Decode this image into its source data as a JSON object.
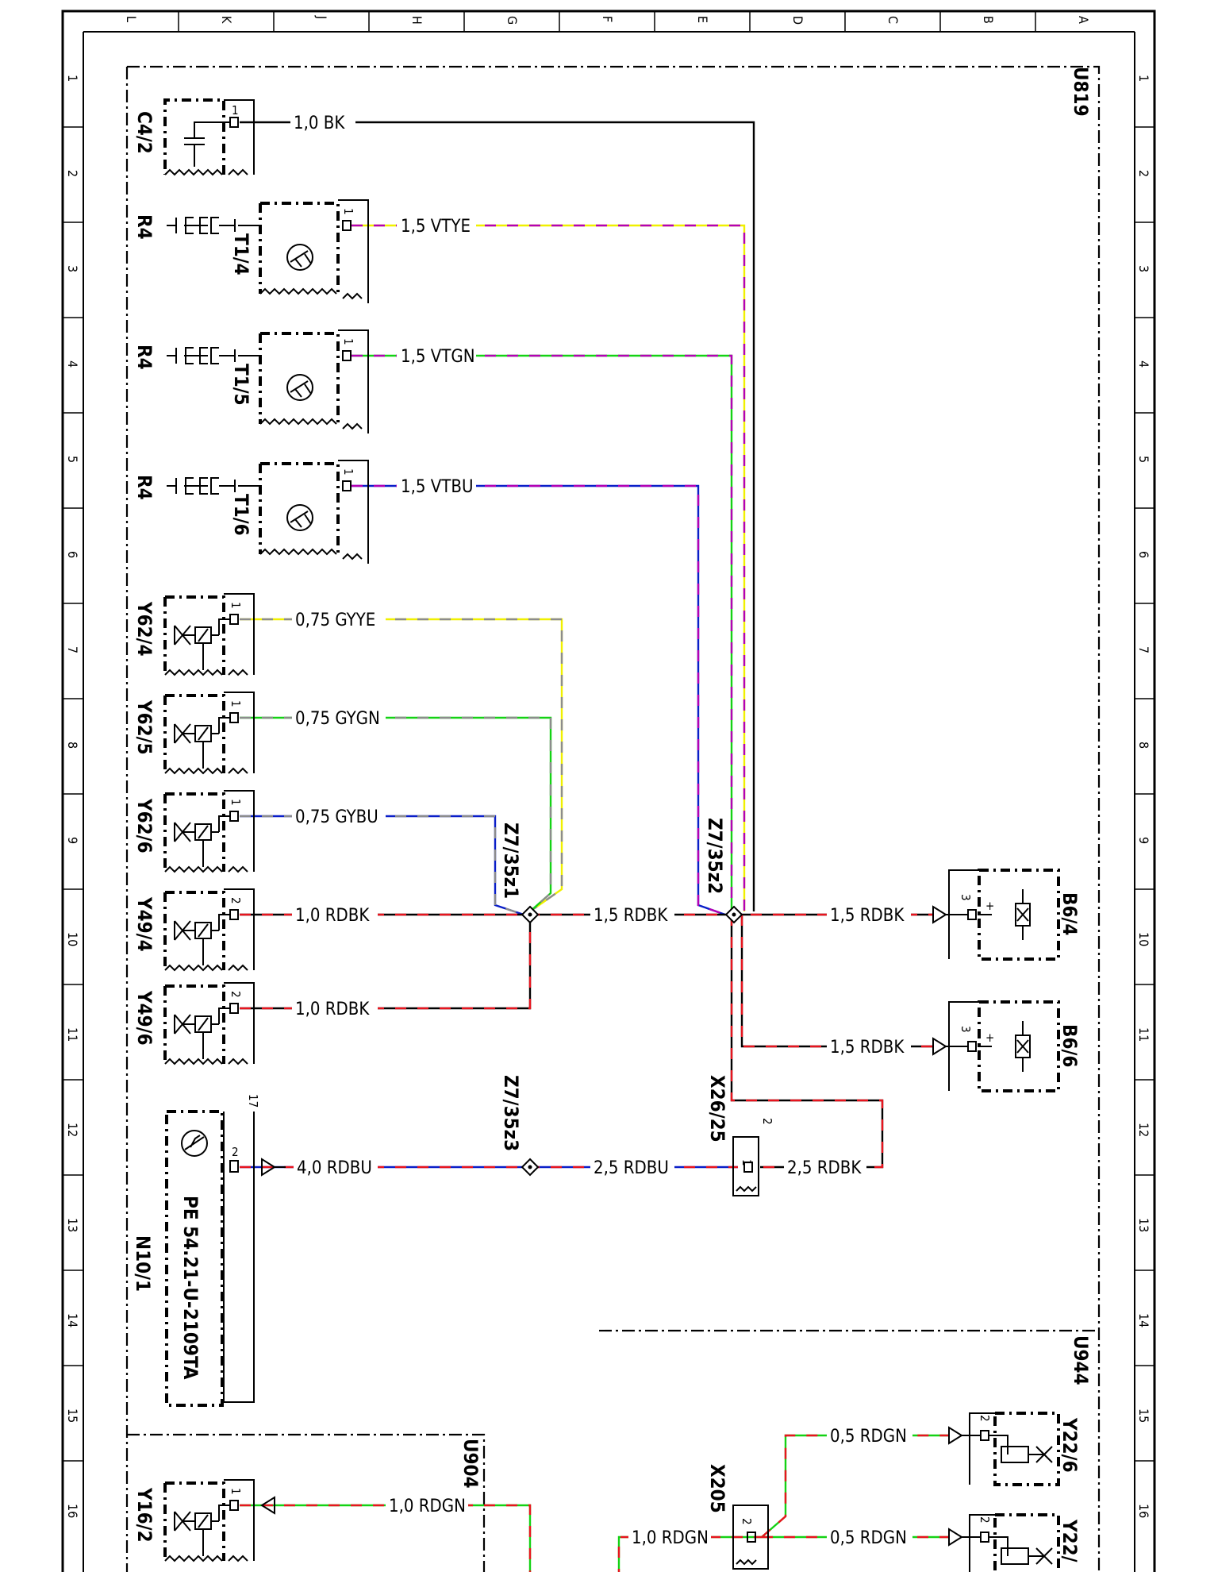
{
  "grid": {
    "columns": [
      "L",
      "K",
      "J",
      "H",
      "G",
      "F",
      "E",
      "D",
      "C",
      "B",
      "A"
    ],
    "rows": [
      "1",
      "2",
      "3",
      "4",
      "5",
      "6",
      "7",
      "8",
      "9",
      "10",
      "11",
      "12",
      "13",
      "14",
      "15",
      "16"
    ]
  },
  "groups": {
    "u819": "U819",
    "u944": "U944",
    "u904": "U904"
  },
  "components": {
    "c4_2": "C4/2",
    "r4_a": "R4",
    "r4_b": "R4",
    "r4_c": "R4",
    "t1_4": "T1/4",
    "t1_5": "T1/5",
    "t1_6": "T1/6",
    "y62_4": "Y62/4",
    "y62_5": "Y62/5",
    "y62_6": "Y62/6",
    "y49_4": "Y49/4",
    "y49_6": "Y49/6",
    "n10_1": "N10/1",
    "n10_1_part": "PE 54.21-U-2109TA",
    "b6_4": "B6/4",
    "b6_6": "B6/6",
    "y22_6": "Y22/6",
    "y22_x": "Y22/",
    "y16_2": "Y16/2",
    "z7_35z1": "Z7/35z1",
    "z7_35z2": "Z7/35z2",
    "z7_35z3": "Z7/35z3",
    "x26_25": "X26/25",
    "x205": "X205"
  },
  "pins": {
    "p1": "1",
    "p2": "2",
    "p3": "3",
    "p17": "17"
  },
  "wire_labels": {
    "w_c4": "1,0 BK",
    "w_t14": "1,5 VTYE",
    "w_t15": "1,5 VTGN",
    "w_t16": "1,5 VTBU",
    "w_y624": "0,75 GYYE",
    "w_y625": "0,75 GYGN",
    "w_y626": "0,75 GYBU",
    "w_y494": "1,0 RDBK",
    "w_y496": "1,0 RDBK",
    "w_mid": "1,5 RDBK",
    "w_b64": "1,5 RDBK",
    "w_b66": "1,5 RDBK",
    "w_n10": "4,0 RDBU",
    "w_x26": "2,5 RDBU",
    "w_x26r": "2,5 RDBK",
    "w_y226": "0,5 RDGN",
    "w_y22x": "0,5 RDGN",
    "w_x205": "1,0 RDGN",
    "w_y162": "1,0 RDGN"
  },
  "colors": {
    "BK": "#000000",
    "RD": "#e8141e",
    "YE": "#f0f000",
    "GN": "#14d214",
    "VT": "#b400b4",
    "BU": "#0a1ec8",
    "GY": "#8c8c8c"
  }
}
